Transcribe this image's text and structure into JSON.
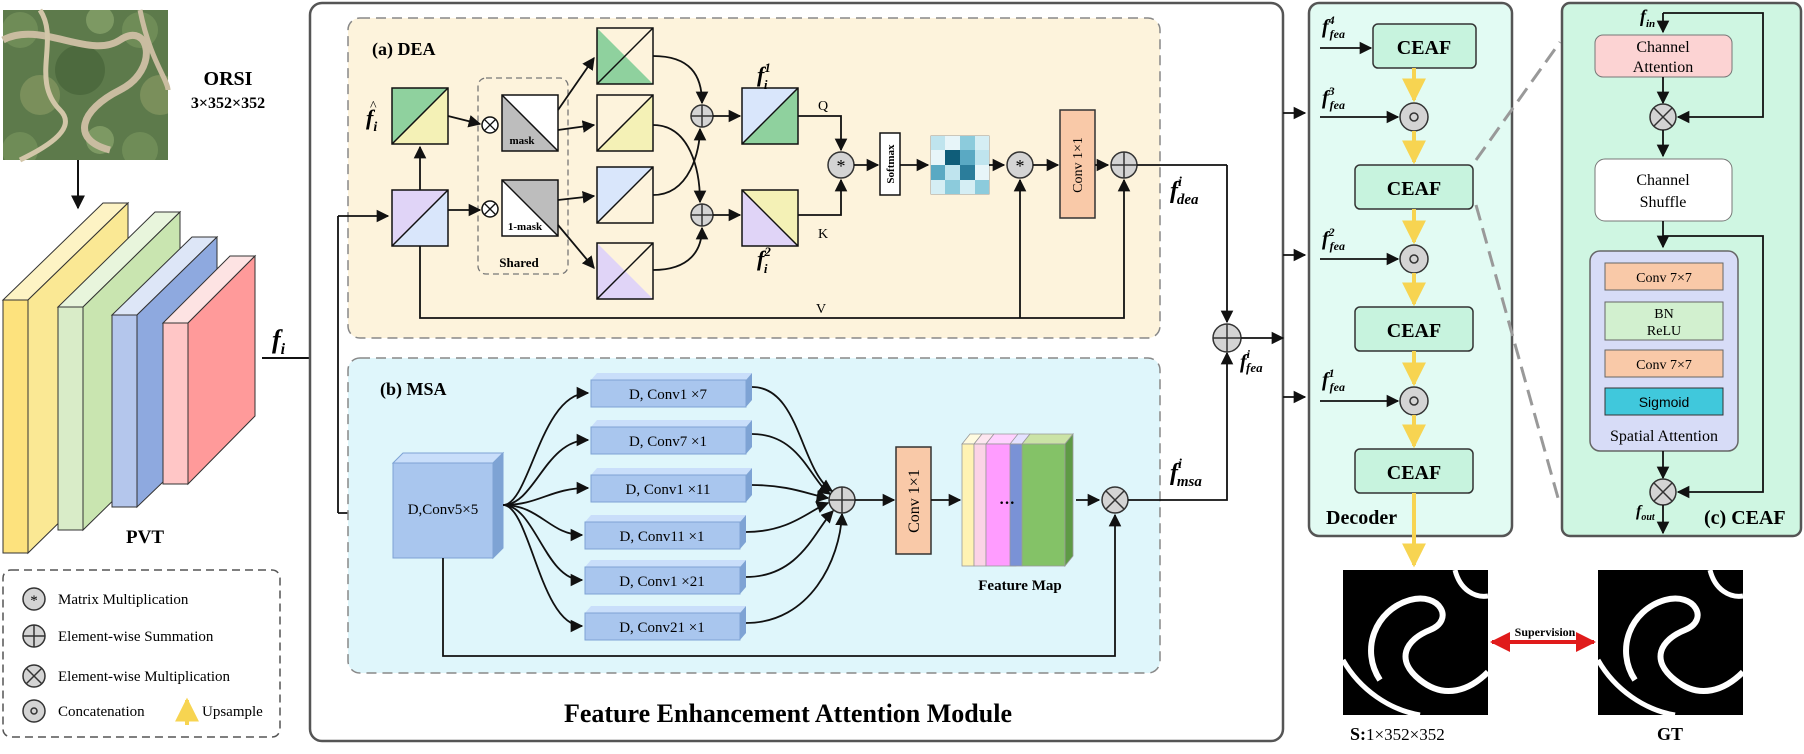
{
  "input": {
    "title": "ORSI",
    "size": "3×352×352"
  },
  "backbone": {
    "label": "PVT"
  },
  "feature": {
    "f_i": "f",
    "sub_i": "i"
  },
  "module_title": "Feature Enhancement Attention Module",
  "dea": {
    "title": "(a) DEA",
    "fhat": "f",
    "mask_label": "mask",
    "one_minus_mask_label": "1-mask",
    "shared_label": "Shared",
    "f1_base": "f",
    "f1_sub": "i",
    "f1_sup": "1",
    "f2_base": "f",
    "f2_sub": "i",
    "f2_sup": "2",
    "q_label": "Q",
    "k_label": "K",
    "v_label": "V",
    "softmax_label": "Softmax",
    "conv_label": "Conv 1×1",
    "out_base": "f",
    "out_sub": "dea",
    "out_sup": "i"
  },
  "msa": {
    "title": "(b) MSA",
    "entry_conv": "D,Conv5×5",
    "branches": [
      "D, Conv1 ×7",
      "D, Conv7 ×1",
      "D, Conv1 ×11",
      "D, Conv11 ×1",
      "D, Conv1 ×21",
      "D, Conv21 ×1"
    ],
    "conv_label": "Conv 1×1",
    "feature_map_label": "Feature Map",
    "dots": "···",
    "out_base": "f",
    "out_sub": "msa",
    "out_sup": "i"
  },
  "fusion": {
    "out_base": "f",
    "out_sub": "fea",
    "out_sup": "i"
  },
  "decoder": {
    "title": "Decoder",
    "block_label": "CEAF",
    "inputs": [
      {
        "base": "f",
        "sub": "fea",
        "sup": "4"
      },
      {
        "base": "f",
        "sub": "fea",
        "sup": "3"
      },
      {
        "base": "f",
        "sub": "fea",
        "sup": "2"
      },
      {
        "base": "f",
        "sub": "fea",
        "sup": "1"
      }
    ]
  },
  "ceaf": {
    "title": "(c) CEAF",
    "in_base": "f",
    "in_sub": "in",
    "out_base": "f",
    "out_sub": "out",
    "channel_attention": [
      "Channel",
      "Attention"
    ],
    "channel_shuffle": [
      "Channel",
      "Shuffle"
    ],
    "conv1": "Conv 7×7",
    "bn_relu": [
      "BN",
      "ReLU"
    ],
    "conv2": "Conv 7×7",
    "sigmoid": "Sigmoid",
    "spatial_attention": "Spatial Attention"
  },
  "outputs": {
    "s_label": "S:",
    "s_size": "1×352×352",
    "gt_label": "GT",
    "supervision": "Supervision"
  },
  "legend": {
    "matrix_mult": "Matrix Multiplication",
    "elem_sum": "Element-wise Summation",
    "elem_mult": "Element-wise Multiplication",
    "concat": "Concatenation",
    "upsample": "Upsample"
  },
  "colors": {
    "dea_bg": "#fdf3dc",
    "msa_bg": "#dff6fb",
    "decoder_bg": "#e2fbf3",
    "ceaf_bg": "#cff6e2",
    "ceaf_block": "#c7f3de",
    "upsample_arrow": "#f7d451",
    "supervision_arrow": "#e01b1b"
  }
}
